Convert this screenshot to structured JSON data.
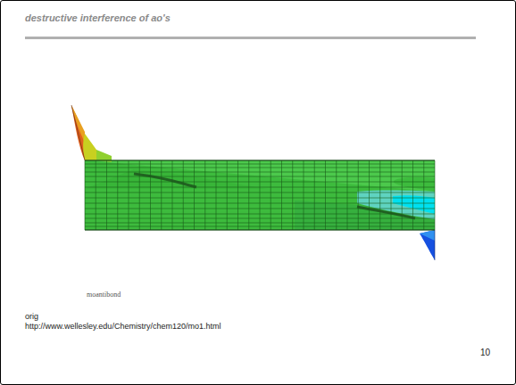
{
  "diagram": {
    "title": "destructive interference of ao's",
    "labels": [
      "moantibond",
      "orig",
      "http://www.wellesley.edu/Chemistry/chem120/mo1.html",
      "10"
    ]
  }
}
